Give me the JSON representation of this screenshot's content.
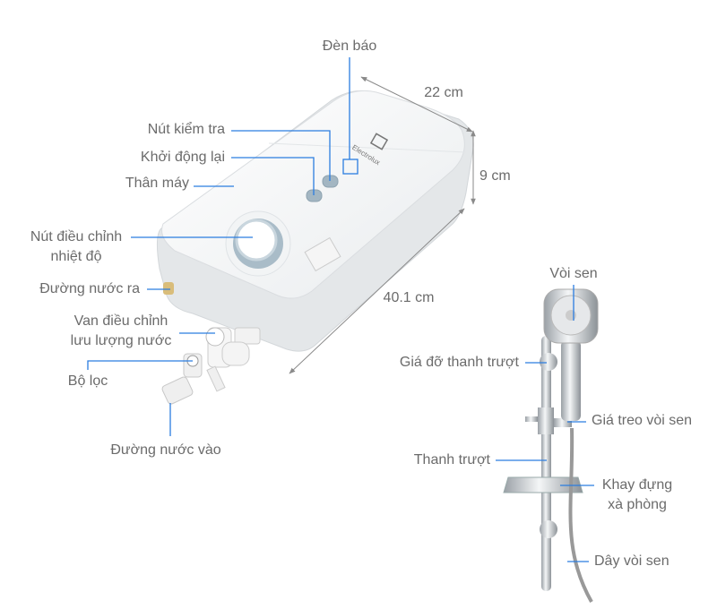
{
  "colors": {
    "leader_line": "#2b7de0",
    "label_text": "#6b6b6b",
    "dimension_arrow": "#8a8a8a"
  },
  "brand": "Electrolux",
  "dimensions": {
    "width": "22 cm",
    "depth": "9 cm",
    "length": "40.1 cm"
  },
  "heater_labels": {
    "indicator": "Đèn báo",
    "test_button": "Nút kiểm tra",
    "reset": "Khởi động lại",
    "body": "Thân máy",
    "temp_knob_1": "Nút điều chỉnh",
    "temp_knob_2": "nhiệt độ",
    "water_out": "Đường nước ra",
    "flow_valve_1": "Van điều chỉnh",
    "flow_valve_2": "lưu lượng nước",
    "filter": "Bộ lọc",
    "water_in": "Đường nước vào"
  },
  "shower_labels": {
    "shower_head": "Vòi sen",
    "rail_bracket": "Giá đỡ thanh trượt",
    "head_holder": "Giá treo vòi sen",
    "slide_rail": "Thanh trượt",
    "soap_tray_1": "Khay đựng",
    "soap_tray_2": "xà phòng",
    "hose": "Dây vòi sen"
  }
}
